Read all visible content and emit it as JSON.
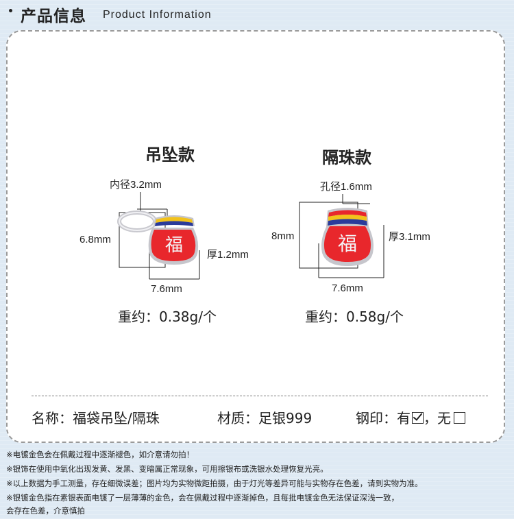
{
  "header": {
    "title_zh": "产品信息",
    "title_en": "Product Information"
  },
  "pendant": {
    "title": "吊坠款",
    "inner_diameter": "内径3.2mm",
    "height": "6.8mm",
    "thickness": "厚1.2mm",
    "width": "7.6mm",
    "weight": "重约：0.38g/个",
    "charm_char": "福"
  },
  "spacer": {
    "title": "隔珠款",
    "hole_diameter": "孔径1.6mm",
    "height": "8mm",
    "thickness": "厚3.1mm",
    "width": "7.6mm",
    "weight": "重约：0.58g/个",
    "charm_char": "福"
  },
  "specs": {
    "name": "名称：福袋吊坠/隔珠",
    "material": "材质：足银999",
    "stamp_label": "钢印：有",
    "stamp_sep": "，无"
  },
  "notes": [
    "※电镀金色会在佩戴过程中逐渐褪色，如介意请勿拍！",
    "※银饰在使用中氧化出现发黄、发黑、变暗属正常现象，可用擦银布或洗银水处理恢复光亮。",
    "※以上数据为手工测量，存在细微误差；图片均为实物微距拍摄，由于灯光等差异可能与实物存在色差，请到实物为准。",
    "※银镀金色指在素银表面电镀了一层薄薄的金色，会在佩戴过程中逐渐掉色，且每批电镀金色无法保证深浅一致，",
    "会存在色差，介意慎拍"
  ],
  "colors": {
    "red": "#e8272c",
    "yellow": "#f2c21b",
    "blue": "#2a3b9a",
    "silver": "#d9d9de"
  }
}
